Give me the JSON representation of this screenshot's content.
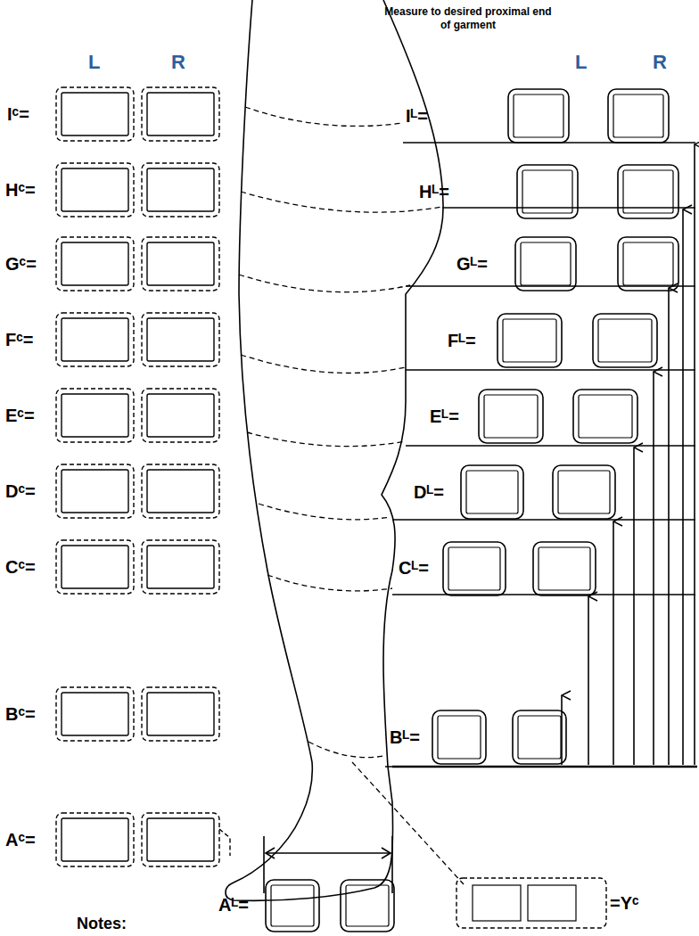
{
  "diagram": {
    "labels": [
      "L",
      "R",
      "Measure to desired proximal end of garment",
      "L",
      "R",
      "Iᶜ=",
      "Hᶜ=",
      "Gᶜ=",
      "Fᶜ=",
      "Eᶜ=",
      "Dᶜ=",
      "Cᶜ=",
      "Bᶜ=",
      "Aᶜ=",
      "Iᴸ=",
      "Hᴸ=",
      "Gᴸ=",
      "Fᴸ=",
      "Eᴸ=",
      "Dᴸ=",
      "Cᴸ=",
      "Bᴸ=",
      "Aᴸ=",
      "=Yᶜ",
      "Notes:"
    ]
  }
}
